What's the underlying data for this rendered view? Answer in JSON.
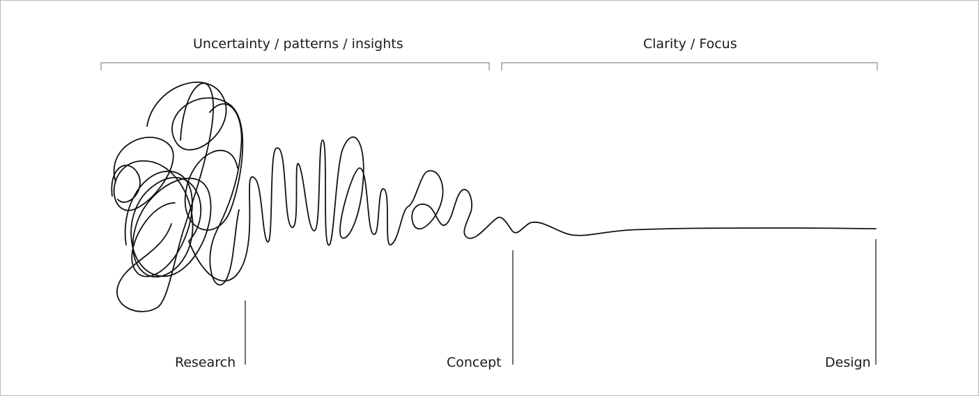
{
  "header_left": "Uncertainty / patterns / insights",
  "header_right": "Clarity / Focus",
  "stages": {
    "research": "Research",
    "concept": "Concept",
    "design": "Design"
  },
  "colors": {
    "line": "#111111",
    "bracket": "#8a8a8a",
    "border": "#b8b8b8"
  }
}
